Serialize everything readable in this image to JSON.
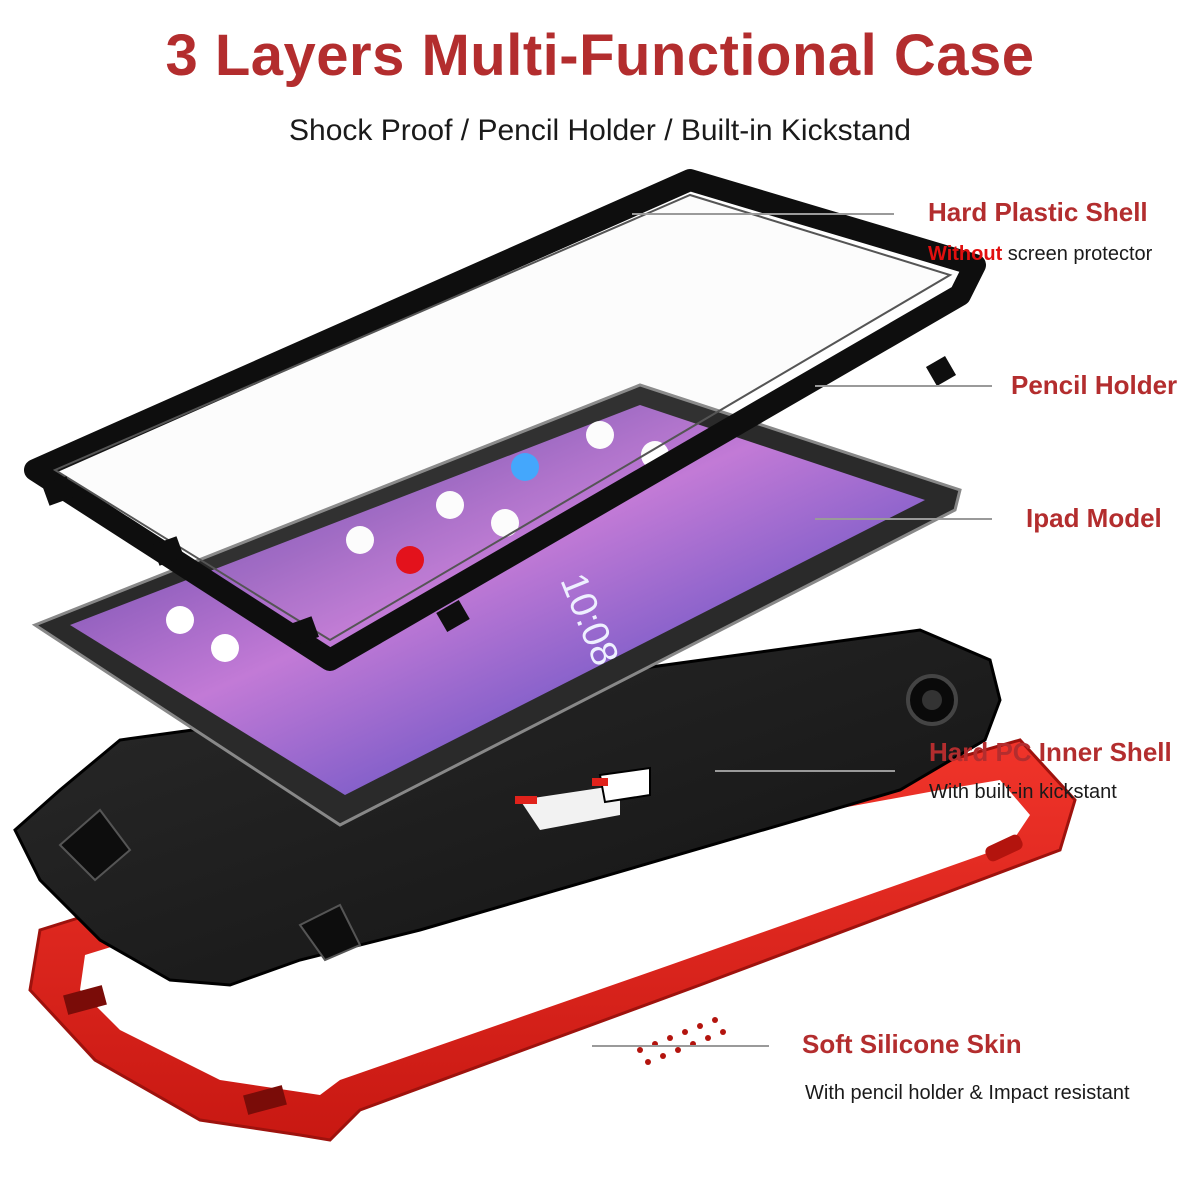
{
  "header": {
    "title": "3 Layers Multi-Functional Case",
    "subtitle": "Shock Proof / Pencil Holder / Built-in Kickstand"
  },
  "callouts": {
    "hard_plastic_shell": {
      "title": "Hard Plastic Shell",
      "highlight": "Without",
      "desc_rest": " screen protector"
    },
    "pencil_holder": {
      "title": "Pencil Holder"
    },
    "ipad_model": {
      "title": "Ipad Model"
    },
    "hard_pc_inner_shell": {
      "title": "Hard PC Inner Shell",
      "desc": "With built-in kickstant"
    },
    "soft_silicone_skin": {
      "title": "Soft Silicone Skin",
      "desc": "With pencil holder & Impact resistant"
    }
  },
  "screen": {
    "clock": "10:08"
  },
  "colors": {
    "title_red": "#b32d2e",
    "highlight_red": "#e10f0f",
    "silicone_red": "#e0221b",
    "shell_black": "#1c1c1c",
    "frame_black": "#111111"
  }
}
